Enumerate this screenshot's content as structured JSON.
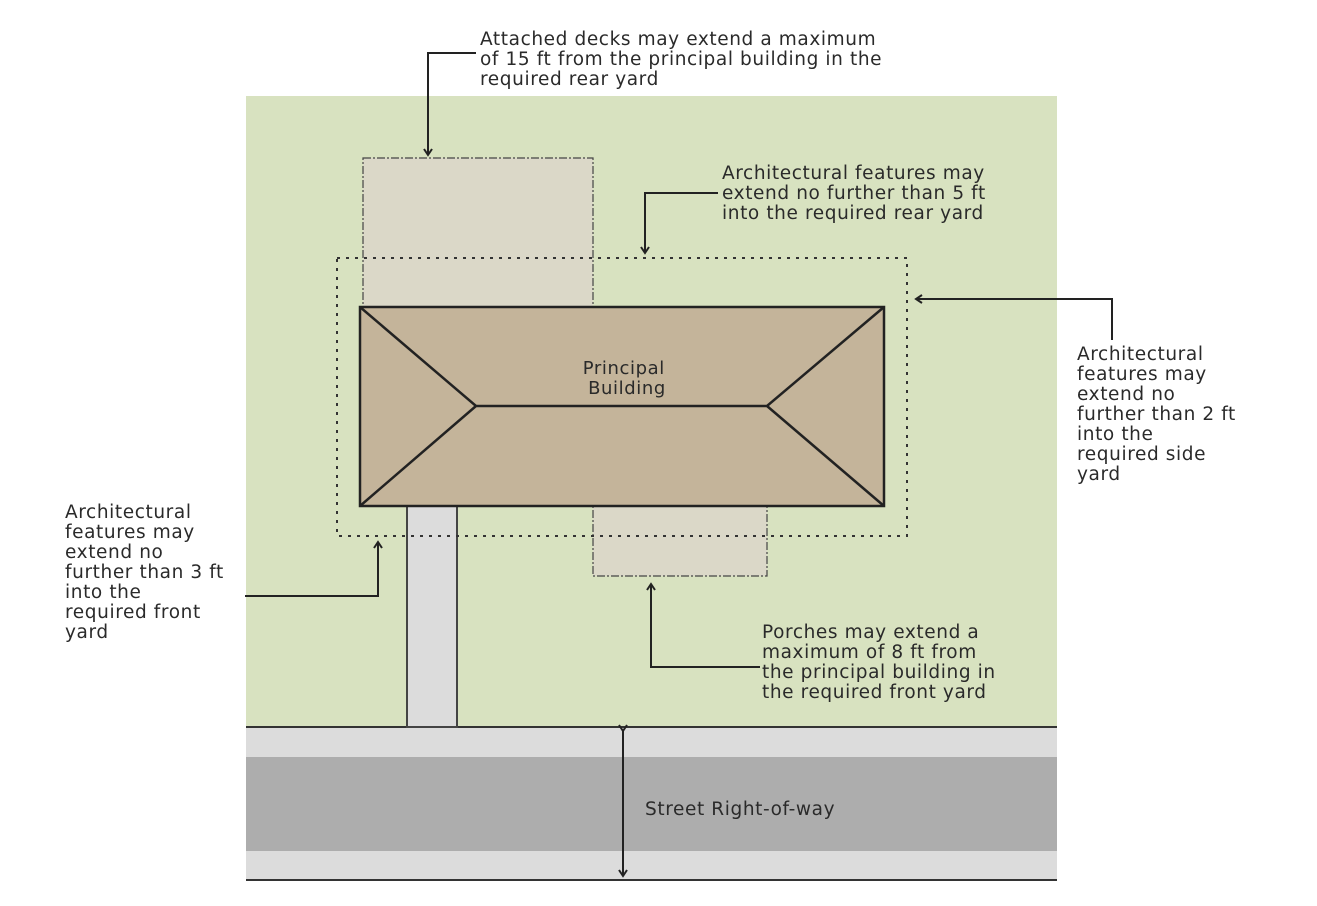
{
  "colors": {
    "lot": "#d8e2c0",
    "building": "#c4b49a",
    "projection": "#dbd8c8",
    "sidewalk": "#dcdcdc",
    "road": "#adadad",
    "line": "#222222"
  },
  "building_label": [
    "Principal",
    "Building"
  ],
  "street_label": "Street Right-of-way",
  "callouts": {
    "deck": [
      "Attached decks may extend a maximum",
      "of 15 ft from the principal building in the",
      "required rear yard"
    ],
    "rear": [
      "Architectural features may",
      "extend no further than 5 ft",
      "into the required rear yard"
    ],
    "side": [
      "Architectural",
      "features may",
      "extend no",
      "further than 2 ft",
      "into the",
      "required side",
      "yard"
    ],
    "front": [
      "Architectural",
      "features may",
      "extend no",
      "further than 3 ft",
      "into the",
      "required front",
      "yard"
    ],
    "porch": [
      "Porches may extend a",
      "maximum of 8 ft from",
      "the principal building in",
      "the required front yard"
    ]
  }
}
